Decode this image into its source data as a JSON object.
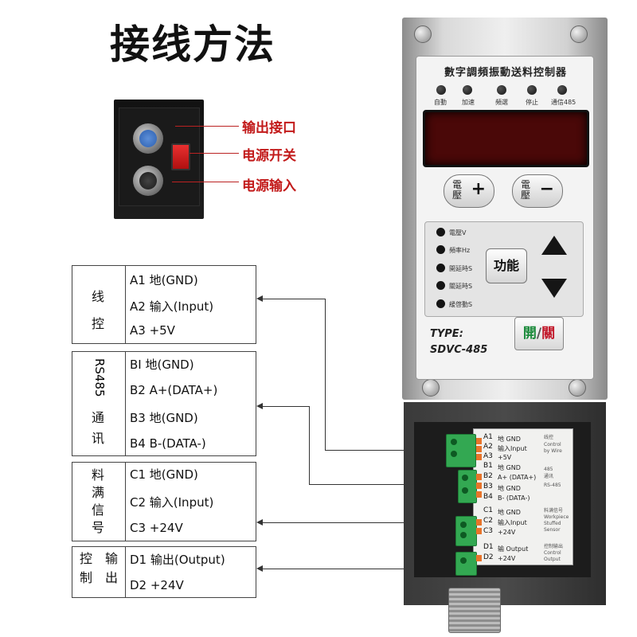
{
  "title": "接线方法",
  "callouts": {
    "output": "输出接口",
    "switch": "电源开关",
    "input": "电源输入"
  },
  "groups": [
    {
      "name": "线控",
      "rows": [
        "A1  地(GND)",
        "A2  输入(Input)",
        "A3  +5V"
      ]
    },
    {
      "name_rotated": "RS485",
      "name_rest": "通讯",
      "rows": [
        "BI  地(GND)",
        "B2  A+(DATA+)",
        "B3  地(GND)",
        "B4  B-(DATA-)"
      ]
    },
    {
      "name": "料满信号",
      "rows": [
        "C1  地(GND)",
        "C2  输入(Input)",
        "C3  +24V"
      ]
    },
    {
      "name_col1": "控制",
      "name_col2": "输出",
      "rows": [
        "D1  输出(Output)",
        "D2  +24V"
      ]
    }
  ],
  "controller": {
    "panel_title": "數字調頻振動送料控制器",
    "status_leds": [
      "自動",
      "加速",
      "頻選",
      "停止",
      "通信485"
    ],
    "voltage_label": "電壓",
    "plus": "+",
    "minus": "−",
    "modes": [
      "電壓V",
      "頻率Hz",
      "開延時S",
      "關延時S",
      "緩啓動S"
    ],
    "function_label": "功能",
    "type_label": "TYPE:",
    "model": "SDVC-485",
    "power_open": "開",
    "power_sep": "/",
    "power_close": "關",
    "colors": {
      "power_open": "#1a8a3a",
      "power_close": "#c2182a",
      "display": "#4a0808"
    }
  },
  "terminals": {
    "A": {
      "ids": [
        "A1",
        "A2",
        "A3"
      ],
      "labels": [
        "地 GND",
        "输入Input",
        "+5V"
      ],
      "desc": [
        "线控",
        "Control",
        "by Wire"
      ]
    },
    "B": {
      "ids": [
        "B1",
        "B2",
        "B3",
        "B4"
      ],
      "labels": [
        "地 GND",
        "A+ (DATA+)",
        "地 GND",
        "B- (DATA-)"
      ],
      "desc": [
        "485",
        "通讯",
        "RS-485"
      ]
    },
    "C": {
      "ids": [
        "C1",
        "C2",
        "C3"
      ],
      "labels": [
        "地 GND",
        "输入Input",
        "+24V"
      ],
      "desc": [
        "料满信号",
        "Workpiece",
        "Stuffed",
        "Sensor"
      ]
    },
    "D": {
      "ids": [
        "D1",
        "D2"
      ],
      "labels": [
        "输 Output",
        "+24V"
      ],
      "desc": [
        "控制输出",
        "Control",
        "Output"
      ]
    }
  }
}
